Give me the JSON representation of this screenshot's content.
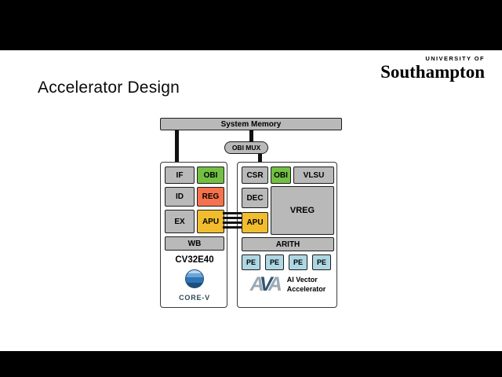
{
  "slide": {
    "title": "Accelerator Design",
    "university_logo": {
      "line1": "UNIVERSITY OF",
      "line2": "Southampton"
    }
  },
  "diagram": {
    "system_memory": "System Memory",
    "obi_mux": "OBI MUX",
    "cpu": {
      "name": "CV32E40",
      "logo_text": "CORE-V",
      "stages": {
        "if": "IF",
        "obi": "OBI",
        "id": "ID",
        "reg": "REG",
        "ex": "EX",
        "apu": "APU",
        "wb": "WB"
      }
    },
    "accelerator": {
      "logo_letters": [
        "A",
        "V",
        "A"
      ],
      "name_line1": "AI Vector",
      "name_line2": "Accelerator",
      "blocks": {
        "csr": "CSR",
        "obi": "OBI",
        "vlsu": "VLSU",
        "dec": "DEC",
        "vreg": "VREG",
        "apu": "APU",
        "arith": "ARITH"
      },
      "pe": [
        "PE",
        "PE",
        "PE",
        "PE"
      ]
    },
    "colors": {
      "obi_green": "#72bf44",
      "reg_orange": "#f4724d",
      "apu_yellow": "#f1bd2e",
      "pe_blue": "#aed7e4",
      "block_gray": "#b9b9b9",
      "line_black": "#111111"
    }
  }
}
